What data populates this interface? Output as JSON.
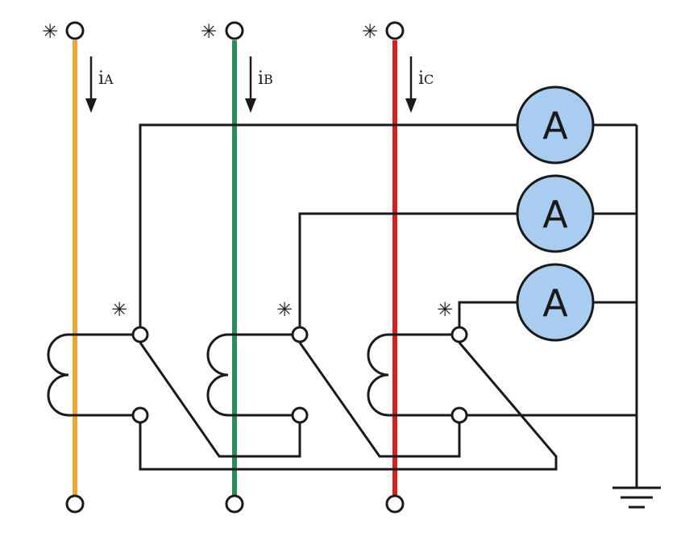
{
  "phases": [
    {
      "id": "A",
      "current_label": "i",
      "current_sub": "A",
      "color": "#e8a93a"
    },
    {
      "id": "B",
      "current_label": "i",
      "current_sub": "B",
      "color": "#2e8b5a"
    },
    {
      "id": "C",
      "current_label": "i",
      "current_sub": "C",
      "color": "#d42020"
    }
  ],
  "polarity_mark": "✳",
  "meters": [
    {
      "label": "A"
    },
    {
      "label": "A"
    },
    {
      "label": "A"
    }
  ],
  "colors": {
    "wire": "#1a1a1a",
    "meter_fill": "#a9cdf0"
  }
}
